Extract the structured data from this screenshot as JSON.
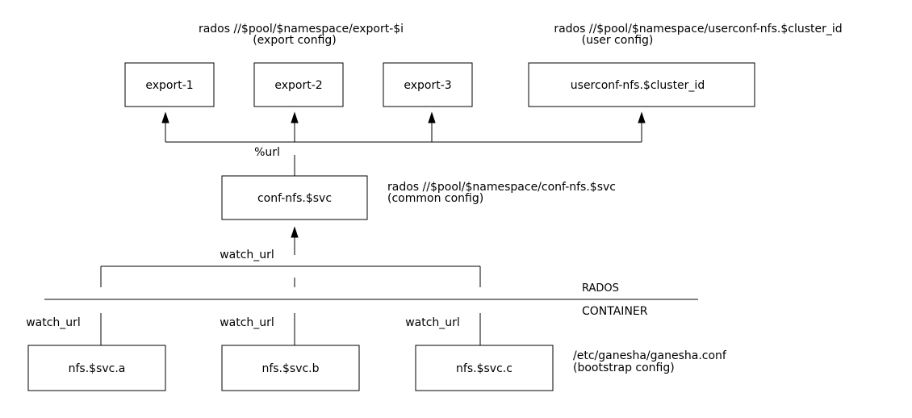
{
  "nodes": {
    "export_1": "export-1",
    "export_2": "export-2",
    "export_3": "export-3",
    "userconf": "userconf-nfs.$cluster_id",
    "conf": "conf-nfs.$svc",
    "svc_a": "nfs.$svc.a",
    "svc_b": "nfs.$svc.b",
    "svc_c": "nfs.$svc.c"
  },
  "notes": {
    "export_url": "rados //$pool/$namespace/export-$i",
    "export_desc": "(export config)",
    "userconf_url": "rados //$pool/$namespace/userconf-nfs.$cluster_id",
    "userconf_desc": "(user config)",
    "conf_url": "rados //$pool/$namespace/conf-nfs.$svc",
    "conf_desc": "(common config)",
    "bootstrap_path": "/etc/ganesha/ganesha.conf",
    "bootstrap_desc": "(bootstrap config)"
  },
  "edge_labels": {
    "url": "%url",
    "watch_url_conf": "watch_url",
    "watch_url_a": "watch_url",
    "watch_url_b": "watch_url",
    "watch_url_c": "watch_url"
  },
  "zones": {
    "rados": "RADOS",
    "container": "CONTAINER"
  }
}
